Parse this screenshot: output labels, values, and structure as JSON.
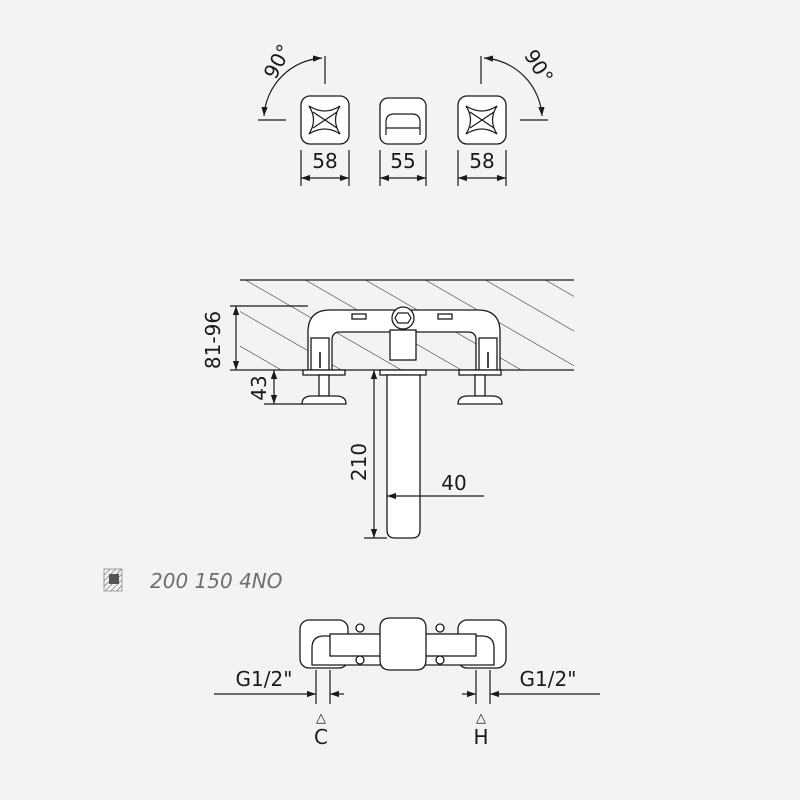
{
  "top_view": {
    "angle_left": "90°",
    "angle_right": "90°",
    "width_left_handle": "58",
    "width_spout": "55",
    "width_right_handle": "58"
  },
  "side_view": {
    "wall_depth": "81-96",
    "handle_projection": "43",
    "spout_length": "210",
    "spout_width": "40"
  },
  "product_code": "200 150 4NO",
  "bottom_view": {
    "connection_left": "G1/2\"",
    "connection_right": "G1/2\"",
    "cold_label": "C",
    "hot_label": "H",
    "marker_symbol": "△"
  },
  "colors": {
    "background": "#f2f3f5",
    "line": "#1a1a1a",
    "code_text": "#6e6e6e"
  }
}
